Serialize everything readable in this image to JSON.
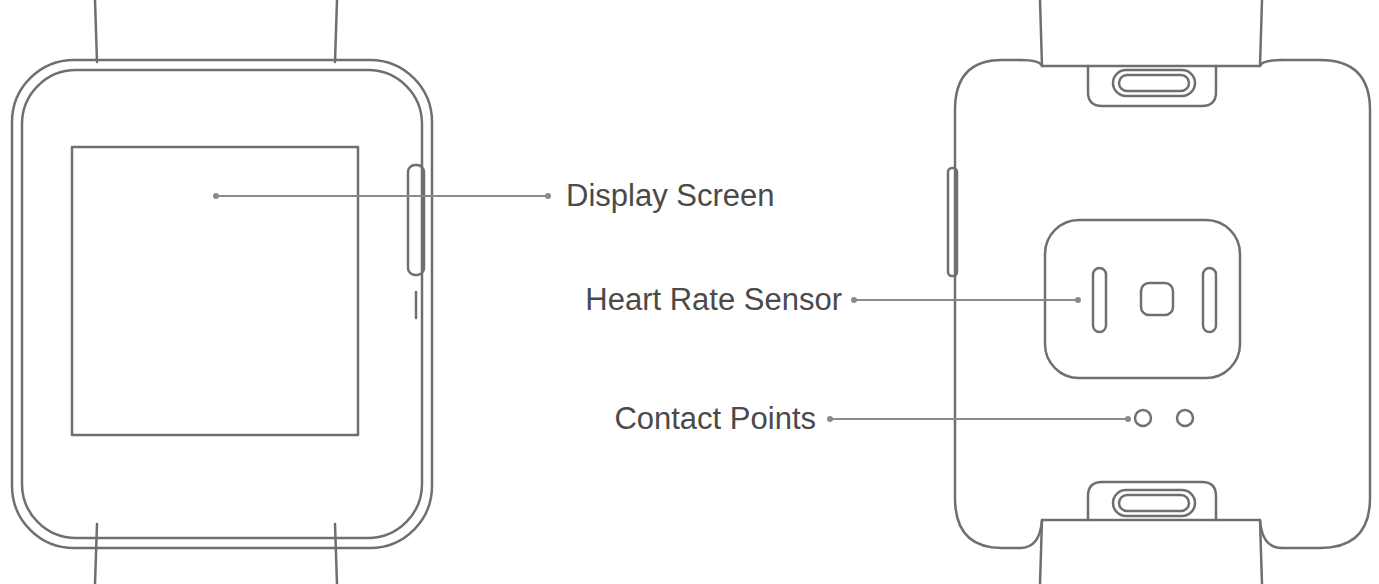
{
  "diagram": {
    "labels": [
      "Display Screen",
      "Heart Rate Sensor",
      "Contact Points"
    ]
  }
}
